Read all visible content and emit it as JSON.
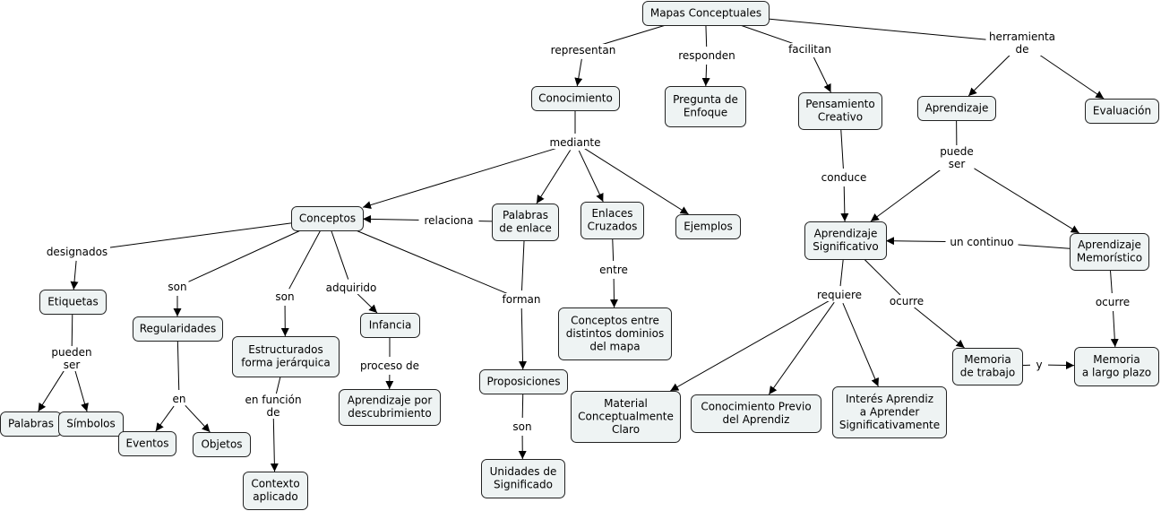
{
  "concepts": {
    "mapas": [
      "Mapas Conceptuales"
    ],
    "conocimiento": [
      "Conocimiento"
    ],
    "pregunta": [
      "Pregunta de",
      "Enfoque"
    ],
    "pensamiento": [
      "Pensamiento",
      "Creativo"
    ],
    "aprendizaje": [
      "Aprendizaje"
    ],
    "evaluacion": [
      "Evaluación"
    ],
    "conceptos": [
      "Conceptos"
    ],
    "palabras_enlace": [
      "Palabras",
      "de enlace"
    ],
    "enlaces_cruzados": [
      "Enlaces",
      "Cruzados"
    ],
    "ejemplos": [
      "Ejemplos"
    ],
    "ap_significativo": [
      "Aprendizaje",
      "Significativo"
    ],
    "ap_memoristico": [
      "Aprendizaje",
      "Memorístico"
    ],
    "etiquetas": [
      "Etiquetas"
    ],
    "regularidades": [
      "Regularidades"
    ],
    "estructurados": [
      "Estructurados",
      "forma jerárquica"
    ],
    "infancia": [
      "Infancia"
    ],
    "ap_descubrimiento": [
      "Aprendizaje por",
      "descubrimiento"
    ],
    "proposiciones": [
      "Proposiciones"
    ],
    "conceptos_dominios": [
      "Conceptos entre",
      "distintos dominios",
      "del mapa"
    ],
    "memoria_trabajo": [
      "Memoria",
      "de trabajo"
    ],
    "memoria_largo": [
      "Memoria",
      "a largo plazo"
    ],
    "palabras": [
      "Palabras"
    ],
    "simbolos": [
      "Símbolos"
    ],
    "eventos": [
      "Eventos"
    ],
    "objetos": [
      "Objetos"
    ],
    "contexto": [
      "Contexto",
      "aplicado"
    ],
    "unidades": [
      "Unidades de",
      "Significado"
    ],
    "material": [
      "Material",
      "Conceptualmente",
      "Claro"
    ],
    "conocimiento_previo": [
      "Conocimiento Previo",
      "del Aprendiz"
    ],
    "interes": [
      "Interés Aprendiz",
      "a Aprender",
      "Significativamente"
    ]
  },
  "linking_phrases": {
    "representan": [
      "representan"
    ],
    "responden": [
      "responden"
    ],
    "facilitan": [
      "facilitan"
    ],
    "herramienta_de": [
      "herramienta",
      "de"
    ],
    "mediante": [
      "mediante"
    ],
    "conduce": [
      "conduce"
    ],
    "puede_ser": [
      "puede",
      "ser"
    ],
    "relaciona": [
      "relaciona"
    ],
    "un_continuo": [
      "un continuo"
    ],
    "designados": [
      "designados"
    ],
    "son_reg": [
      "son"
    ],
    "son_est": [
      "son"
    ],
    "adquirido": [
      "adquirido"
    ],
    "forman": [
      "forman"
    ],
    "entre": [
      "entre"
    ],
    "requiere": [
      "requiere"
    ],
    "ocurre_sig": [
      "ocurre"
    ],
    "ocurre_mem": [
      "ocurre"
    ],
    "pueden_ser": [
      "pueden",
      "ser"
    ],
    "en": [
      "en"
    ],
    "en_funcion_de": [
      "en función",
      "de"
    ],
    "proceso_de": [
      "proceso de"
    ],
    "son_unid": [
      "son"
    ],
    "y": [
      "y"
    ]
  }
}
